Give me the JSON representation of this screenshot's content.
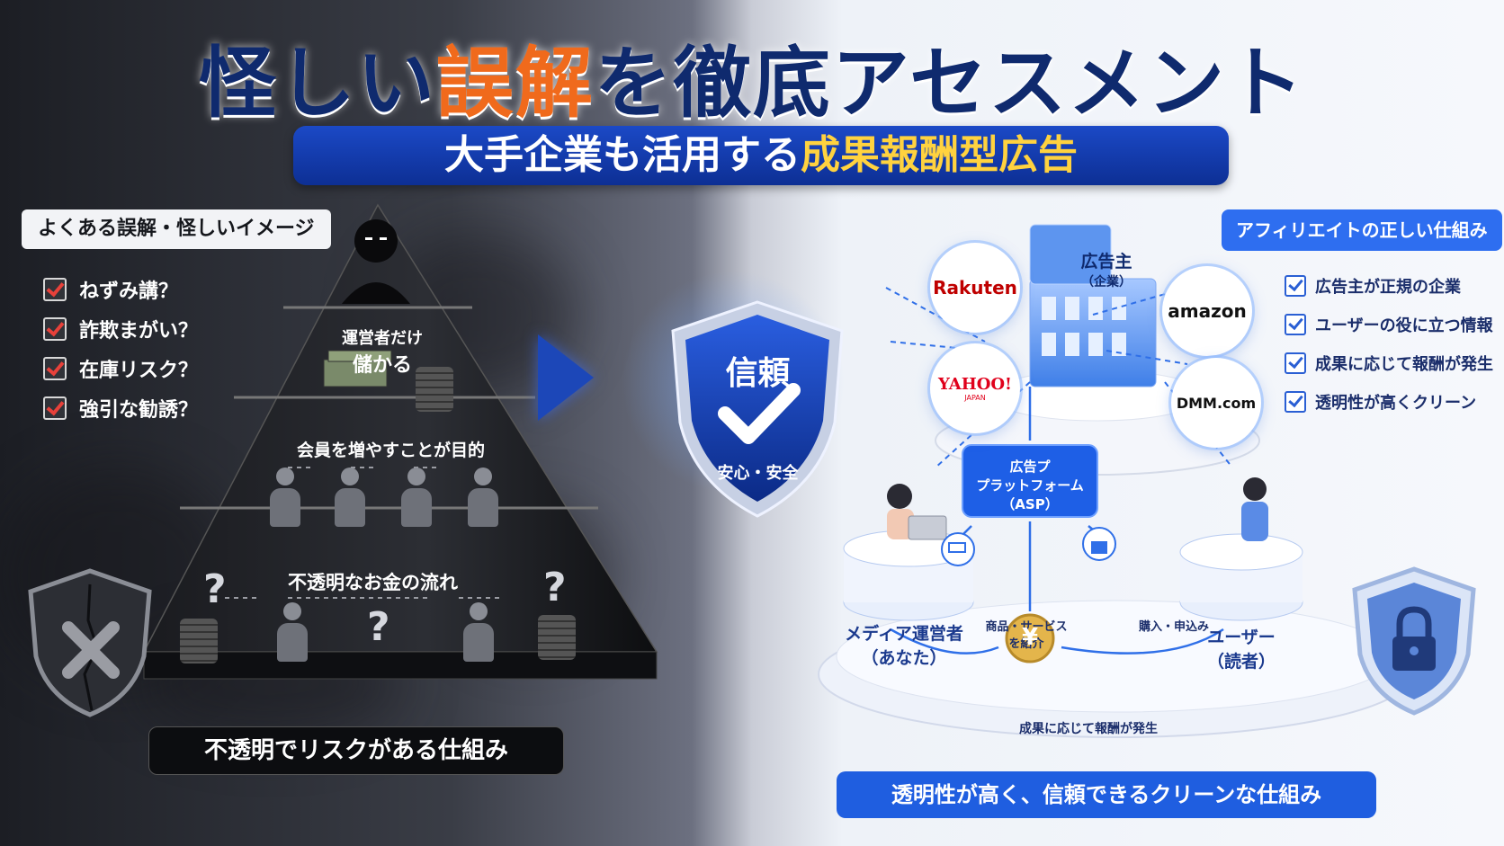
{
  "title": {
    "part1": "怪しい",
    "highlight": "誤解",
    "part2": "を徹底アセスメント"
  },
  "subtitle": {
    "part1": "大手企業も活用する",
    "highlight": "成果報酬型広告"
  },
  "left": {
    "label": "よくある誤解・怪しいイメージ",
    "items": [
      "ねずみ講？",
      "詐欺まがい？",
      "在庫リスク？",
      "強引な勧誘？"
    ],
    "pyramid": {
      "top_line1": "運営者だけ",
      "top_line2": "儲かる",
      "middle": "会員を増やすことが目的",
      "bottom": "不透明なお金の流れ"
    },
    "bottom_label": "不透明でリスクがある仕組み"
  },
  "center": {
    "shield_title": "信頼",
    "shield_sub": "安心・安全"
  },
  "right": {
    "label": "アフィリエイトの正しい仕組み",
    "items": [
      "広告主が正規の企業",
      "ユーザーの役に立つ情報",
      "成果に応じて報酬が発生",
      "透明性が高くクリーン"
    ],
    "advertiser_line1": "広告主",
    "advertiser_line2": "（企業）",
    "building_sign": "広告主",
    "asp_line1": "広告プ",
    "asp_line2": "プラットフォーム",
    "asp_line3": "（ASP）",
    "media_line1": "メディア運営者",
    "media_line2": "（あなた）",
    "user_line1": "ユーザー",
    "user_line2": "（読者）",
    "intro_line1": "商品・サービス",
    "intro_line2": "を紹介",
    "purchase": "購入・申込み",
    "reward": "成果に応じて報酬が発生",
    "yen": "¥",
    "logos": {
      "rakuten": "Rakuten",
      "amazon": "amazon",
      "yahoo": "YAHOO!",
      "yahoo_sub": "JAPAN",
      "dmm": "DMM.com"
    },
    "bottom_label": "透明性が高く、信頼できるクリーンな仕組み"
  },
  "colors": {
    "navy": "#0f2a6e",
    "orange": "#f06a1c",
    "blue": "#1b49c6",
    "yellow": "#ffd23f",
    "check_red": "#e8413a"
  },
  "icons": [
    "check-icon",
    "cracked-shield-icon",
    "lock-shield-icon",
    "cart-icon",
    "bag-icon",
    "yen-coin-icon",
    "arrow-right-icon"
  ]
}
